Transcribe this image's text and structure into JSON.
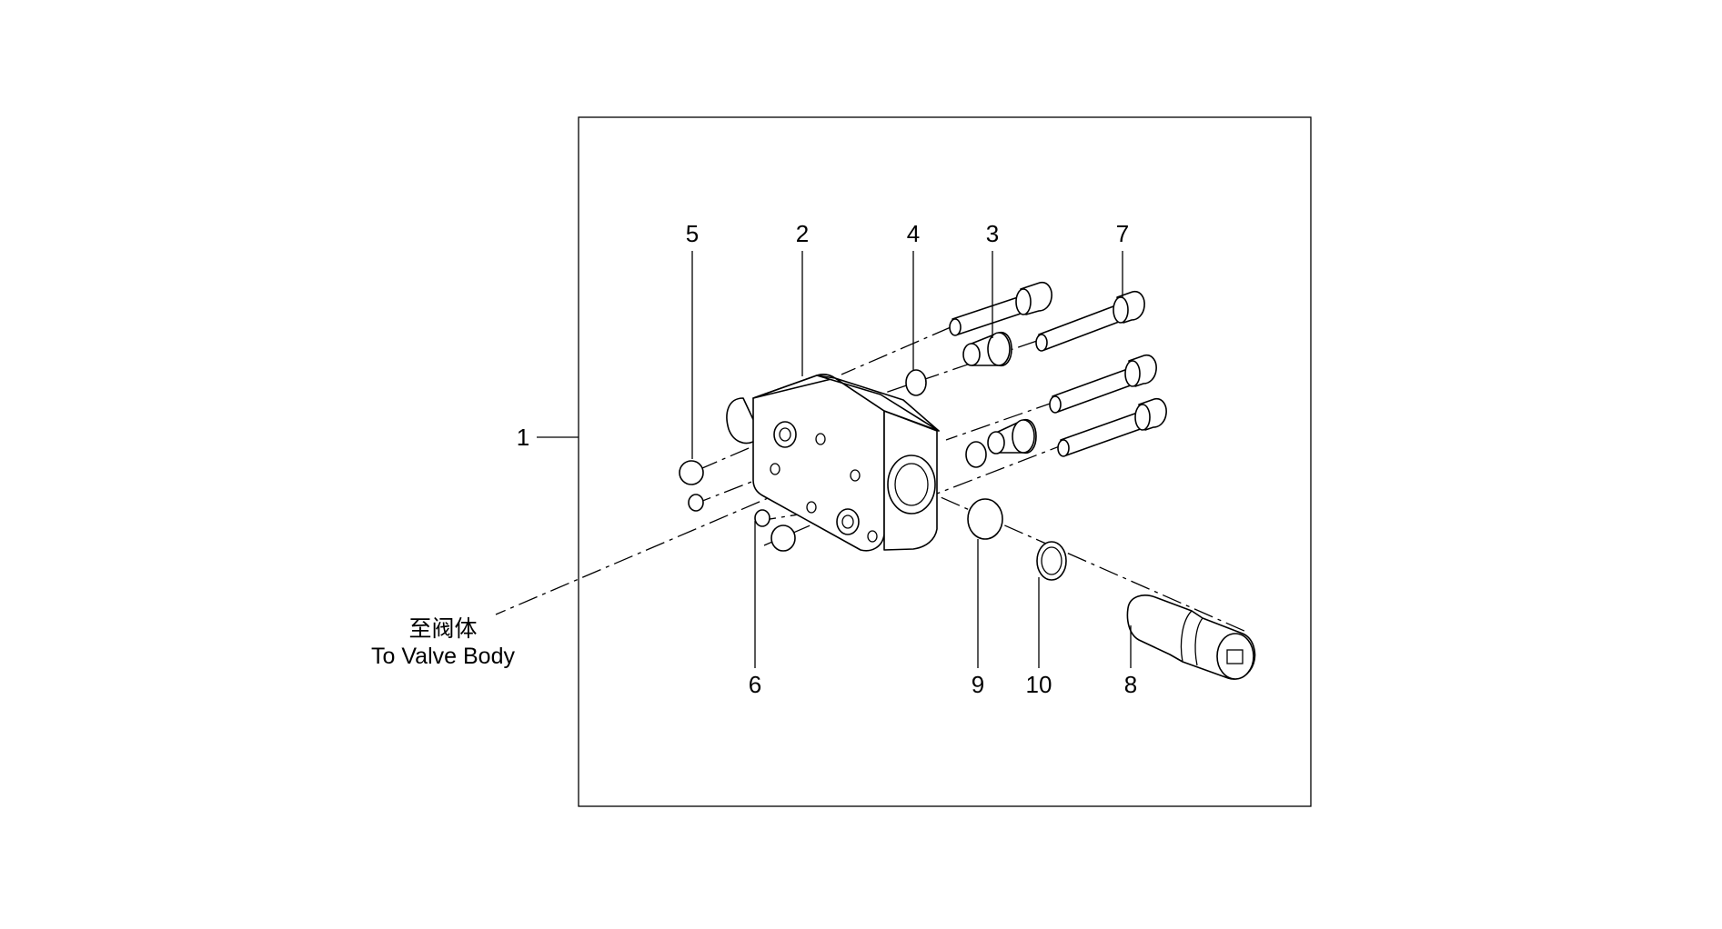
{
  "callouts": {
    "c1": "1",
    "c2": "2",
    "c3": "3",
    "c4": "4",
    "c5": "5",
    "c6": "6",
    "c7": "7",
    "c8": "8",
    "c9": "9",
    "c10": "10"
  },
  "note": {
    "chinese": "至阀体",
    "english": "To Valve Body"
  },
  "colors": {
    "line": "#000000",
    "background": "#ffffff"
  }
}
